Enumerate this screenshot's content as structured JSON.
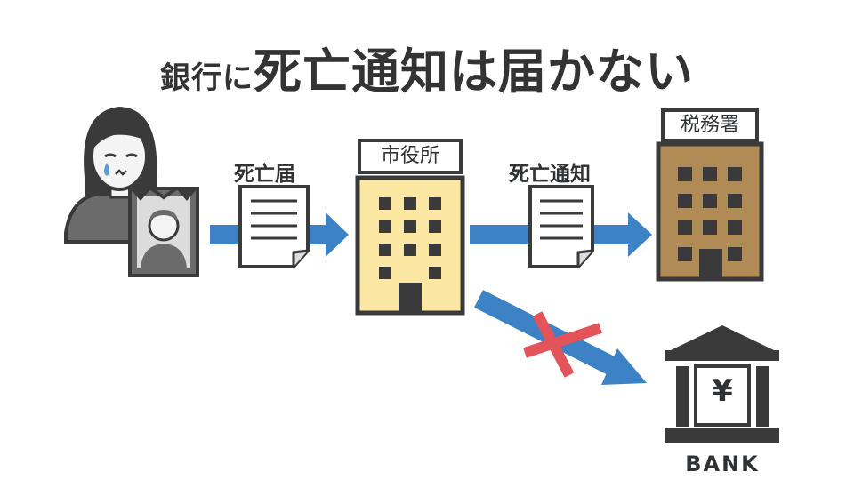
{
  "title": {
    "prefix": "銀行に",
    "main": "死亡通知は届かない"
  },
  "labels": {
    "death_certificate": "死亡届",
    "death_notice": "死亡通知",
    "city_hall": "市役所",
    "tax_office": "税務署",
    "bank": "BANK",
    "yen": "¥"
  },
  "colors": {
    "arrow": "#3d82c4",
    "cross": "#e2545a",
    "city_hall_fill": "#fbe6a2",
    "tax_office_fill": "#b08b55",
    "outline": "#3a3a3a"
  },
  "icons": [
    "mourning-woman-icon",
    "memorial-portrait-icon",
    "document-icon",
    "city-hall-building-icon",
    "tax-office-building-icon",
    "bank-icon",
    "cross-mark-icon"
  ]
}
